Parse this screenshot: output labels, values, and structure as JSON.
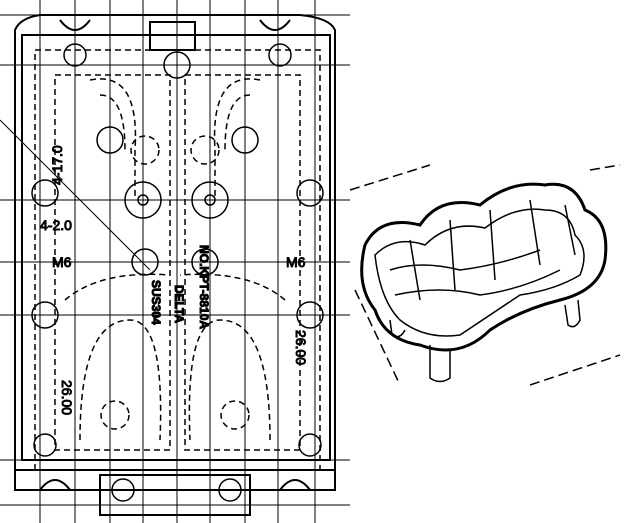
{
  "drawing": {
    "dimensions": {
      "hole_pattern_top": "4-17.0",
      "hole_pattern_small": "4-2.0",
      "thread_left": "M6",
      "thread_right": "M6",
      "height_left": "26.00",
      "height_right": "26.00"
    },
    "engravings": [
      "SUS304",
      "DELTA",
      "NO.KPT-8810A"
    ]
  }
}
